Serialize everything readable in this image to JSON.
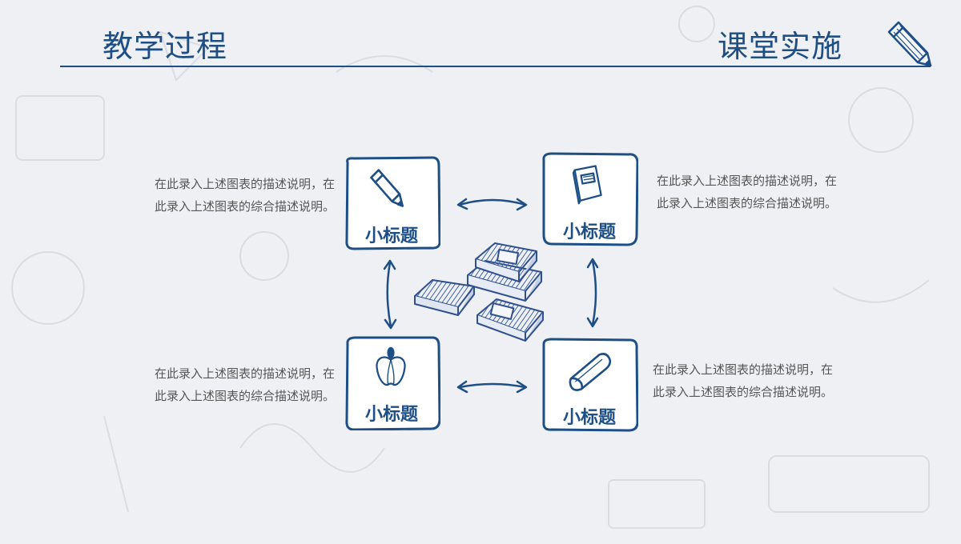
{
  "header": {
    "title_left": "教学过程",
    "title_right": "课堂实施",
    "logo_icon": "pencil-icon"
  },
  "colors": {
    "primary": "#1d4f86",
    "text_gray": "#555555",
    "background": "#eef0f3"
  },
  "cards": [
    {
      "id": "top-left",
      "label": "小标题",
      "icon": "pencil-icon"
    },
    {
      "id": "top-right",
      "label": "小标题",
      "icon": "book-icon"
    },
    {
      "id": "bottom-left",
      "label": "小标题",
      "icon": "apple-icon"
    },
    {
      "id": "bottom-right",
      "label": "小标题",
      "icon": "eraser-icon"
    }
  ],
  "descriptions": [
    {
      "line1": "在此录入上述图表的描述说明，在",
      "line2": "此录入上述图表的综合描述说明。"
    },
    {
      "line1": "在此录入上述图表的描述说明，在",
      "line2": "此录入上述图表的综合描述说明。"
    },
    {
      "line1": "在此录入上述图表的描述说明，在",
      "line2": "此录入上述图表的综合描述说明。"
    },
    {
      "line1": "在此录入上述图表的描述说明，在",
      "line2": "此录入上述图表的综合描述说明。"
    }
  ],
  "center_icon": "books-stack-icon"
}
